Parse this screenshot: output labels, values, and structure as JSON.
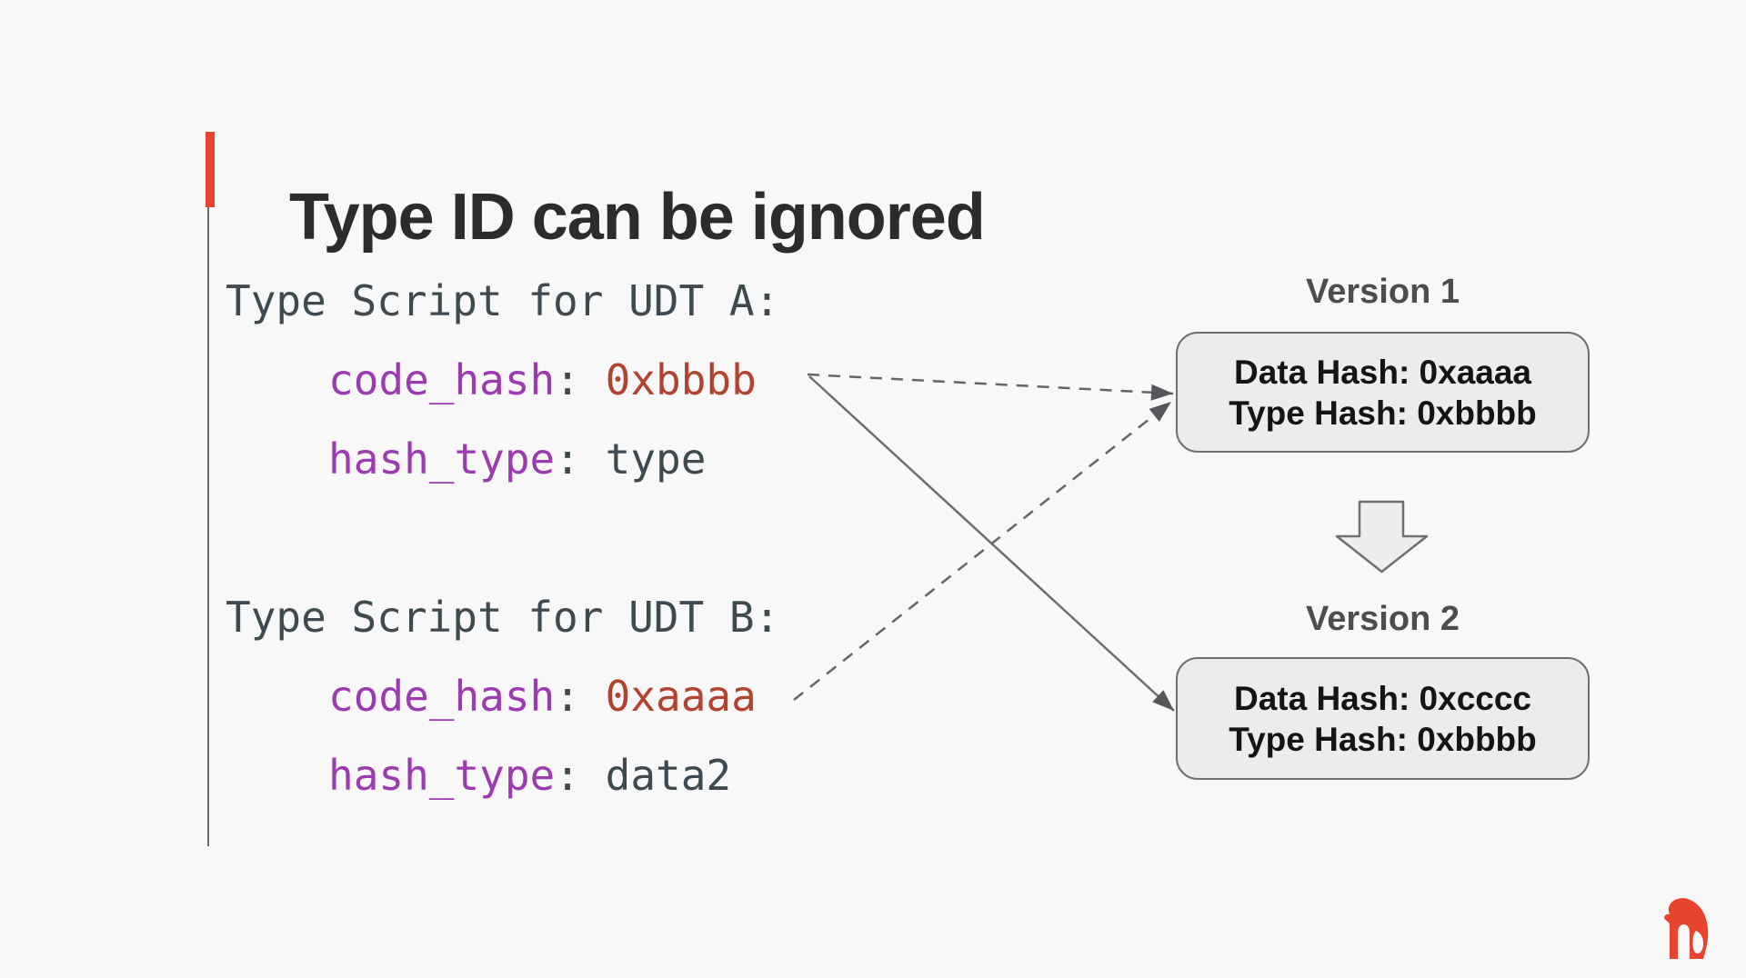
{
  "slide": {
    "title": "Type ID can be ignored",
    "background_color": "#f8f8f8",
    "accent_color": "#e8432d"
  },
  "code": {
    "colors": {
      "plain": "#3e4a50",
      "key": "#9c3ab1",
      "literal": "#b2432e"
    },
    "block_a": {
      "header": "Type Script for UDT A:",
      "lines": [
        {
          "key": "code_hash",
          "sep": ": ",
          "value": "0xbbbb"
        },
        {
          "key": "hash_type",
          "sep": ": ",
          "value": "type"
        }
      ]
    },
    "block_b": {
      "header": "Type Script for UDT B:",
      "lines": [
        {
          "key": "code_hash",
          "sep": ": ",
          "value": "0xaaaa"
        },
        {
          "key": "hash_type",
          "sep": ": ",
          "value": "data2"
        }
      ]
    }
  },
  "versions": [
    {
      "label": "Version 1",
      "rows": [
        "Data Hash: 0xaaaa",
        "Type Hash: 0xbbbb"
      ]
    },
    {
      "label": "Version 2",
      "rows": [
        "Data Hash: 0xcccc",
        "Type Hash: 0xbbbb"
      ]
    }
  ],
  "connectors": [
    {
      "from": "udt-a-code-hash",
      "to": "version-1-box",
      "style": "dashed-arrow"
    },
    {
      "from": "udt-a-code-hash",
      "to": "version-2-box",
      "style": "solid-arrow"
    },
    {
      "from": "udt-b-code-hash",
      "to": "version-1-box",
      "style": "dashed-arrow"
    },
    {
      "from": "version-1-box",
      "to": "version-2-box",
      "style": "block-down-arrow"
    }
  ],
  "logo": {
    "name": "red-gorilla-logo",
    "color": "#e8432d"
  },
  "line_color": "#656565",
  "arrowhead_color": "#56575b"
}
